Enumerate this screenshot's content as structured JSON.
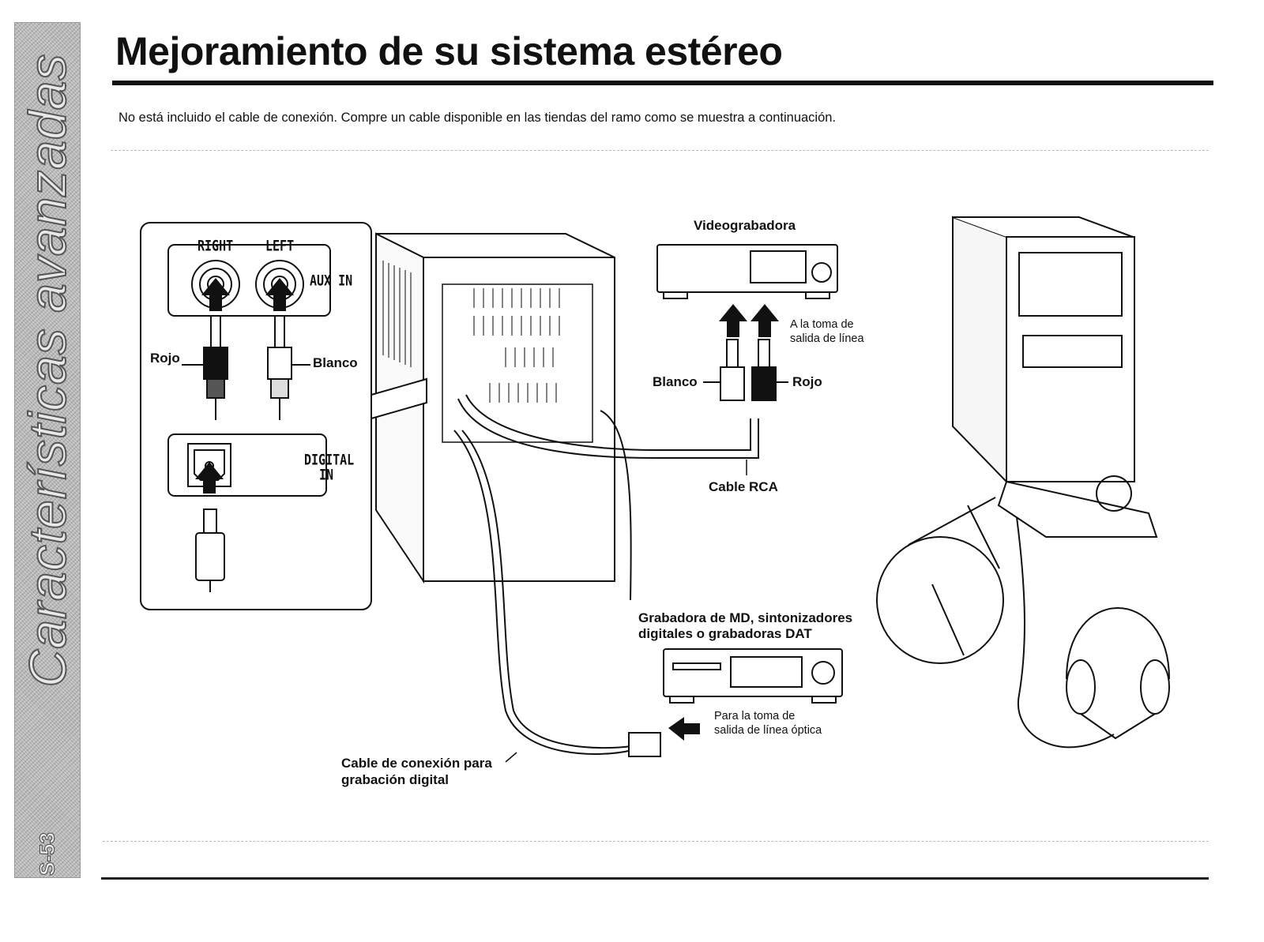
{
  "sidebar": {
    "section_title": "Características avanzadas",
    "page_number": "S-53"
  },
  "header": {
    "title": "Mejoramiento de su sistema estéreo"
  },
  "intro": "No está incluido el cable de conexión. Compre un cable disponible en las tiendas del ramo como se muestra a continuación.",
  "diagram": {
    "jacks": {
      "right": "RIGHT",
      "left": "LEFT",
      "aux_in": "AUX IN",
      "digital_line1": "DIGITAL",
      "digital_line2": "IN"
    },
    "inset_rojo": "Rojo",
    "inset_blanco": "Blanco",
    "vcr_title": "Videograbadora",
    "vcr_note_line1": "A la toma de",
    "vcr_note_line2": "salida de línea",
    "vcr_blanco": "Blanco",
    "vcr_rojo": "Rojo",
    "rca_cable": "Cable RCA",
    "md_title_line1": "Grabadora de MD, sintonizadores",
    "md_title_line2": "digitales o grabadoras DAT",
    "md_note_line1": "Para la toma de",
    "md_note_line2": "salida de línea óptica",
    "digital_cable_line1": "Cable de conexión para",
    "digital_cable_line2": "grabación digital"
  }
}
